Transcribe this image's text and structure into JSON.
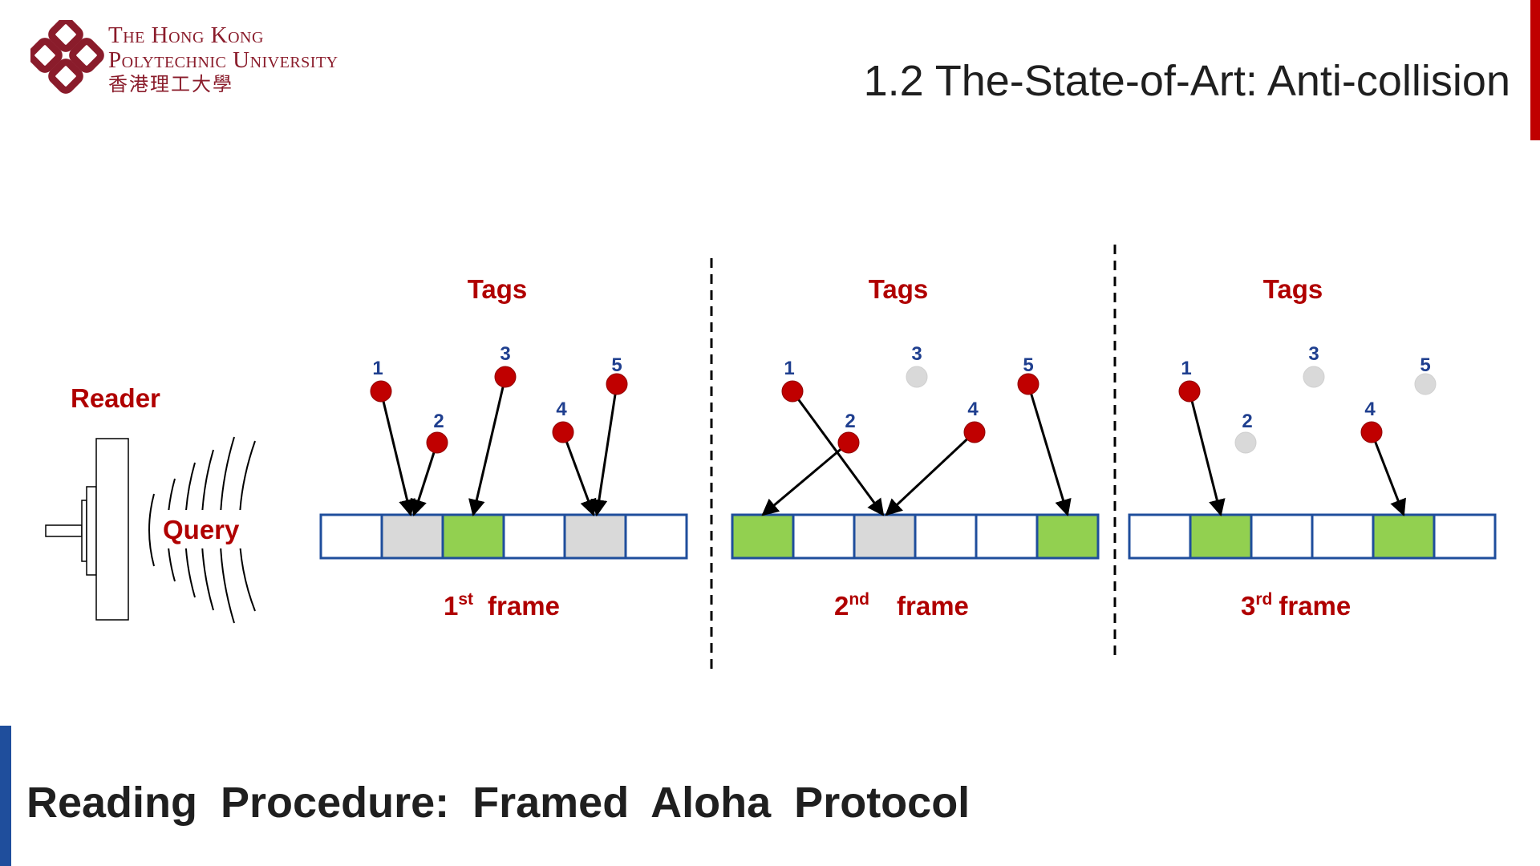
{
  "header": {
    "logo_line1": "The Hong Kong",
    "logo_line2": "Polytechnic University",
    "logo_line3": "香港理工大學",
    "title": "1.2 The-State-of-Art: Anti-collision"
  },
  "colors": {
    "accent_red": "#c00000",
    "accent_blue": "#1f4e9c",
    "label_red": "#b00000",
    "tag_active": "#c00000",
    "tag_inactive": "#d9d9d9",
    "slot_success": "#92d050",
    "slot_collision": "#d9d9d9",
    "slot_empty": "#ffffff",
    "slot_border": "#1f4e9c",
    "number_blue": "#1f3f8f"
  },
  "reader": {
    "label": "Reader",
    "signal_label": "Query"
  },
  "frames": [
    {
      "tags_label": "Tags",
      "frame_number": "1",
      "frame_suffix": "st",
      "frame_word": "frame",
      "slots": [
        "empty",
        "collision",
        "success",
        "empty",
        "collision",
        "empty"
      ],
      "tags": [
        {
          "id": "1",
          "active": true,
          "slot": 2
        },
        {
          "id": "2",
          "active": true,
          "slot": 2
        },
        {
          "id": "3",
          "active": true,
          "slot": 3
        },
        {
          "id": "4",
          "active": true,
          "slot": 5
        },
        {
          "id": "5",
          "active": true,
          "slot": 5
        }
      ]
    },
    {
      "tags_label": "Tags",
      "frame_number": "2",
      "frame_suffix": "nd",
      "frame_word": "frame",
      "slots": [
        "success",
        "empty",
        "collision",
        "empty",
        "empty",
        "success"
      ],
      "tags": [
        {
          "id": "1",
          "active": true,
          "slot": 3
        },
        {
          "id": "2",
          "active": true,
          "slot": 1
        },
        {
          "id": "3",
          "active": false,
          "slot": null
        },
        {
          "id": "4",
          "active": true,
          "slot": 3
        },
        {
          "id": "5",
          "active": true,
          "slot": 6
        }
      ]
    },
    {
      "tags_label": "Tags",
      "frame_number": "3",
      "frame_suffix": "rd",
      "frame_word": "frame",
      "slots": [
        "empty",
        "success",
        "empty",
        "empty",
        "success",
        "empty"
      ],
      "tags": [
        {
          "id": "1",
          "active": true,
          "slot": 2
        },
        {
          "id": "2",
          "active": false,
          "slot": null
        },
        {
          "id": "3",
          "active": false,
          "slot": null
        },
        {
          "id": "4",
          "active": true,
          "slot": 5
        },
        {
          "id": "5",
          "active": false,
          "slot": null
        }
      ]
    }
  ],
  "footer": {
    "subtitle": "Reading  Procedure:  Framed  Aloha  Protocol"
  }
}
